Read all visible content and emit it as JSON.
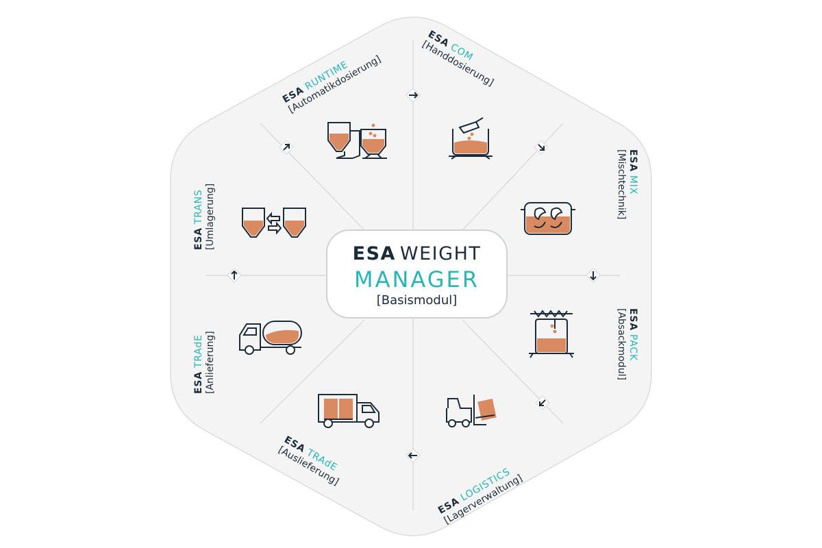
{
  "center": {
    "brand": "ESA",
    "title_rest": "WEIGHT",
    "title_line2": "MANAGER",
    "subtitle": "[Basismodul]"
  },
  "colors": {
    "accent": "#2ab4b4",
    "dark": "#1c2b3a",
    "orange": "#d98a61",
    "hexagon": "#f4f4f4"
  },
  "modules": [
    {
      "brand": "ESA",
      "name": "COM",
      "desc": "[Handdosierung]",
      "icon": "hand-dosing-icon"
    },
    {
      "brand": "ESA",
      "name": "MIX",
      "desc": "[Mischtechnik]",
      "icon": "mixer-icon"
    },
    {
      "brand": "ESA",
      "name": "PACK",
      "desc": "[Absackmodul]",
      "icon": "bagging-icon"
    },
    {
      "brand": "ESA",
      "name": "LOGISTICS",
      "desc": "[Lagerverwaltung]",
      "icon": "forklift-icon"
    },
    {
      "brand": "ESA",
      "name": "TRAdE",
      "desc": "[Auslieferung]",
      "icon": "delivery-truck-icon"
    },
    {
      "brand": "ESA",
      "name": "TRAdE",
      "desc": "[Anlieferung]",
      "icon": "tanker-truck-icon"
    },
    {
      "brand": "ESA",
      "name": "TRANS",
      "desc": "[Umlagerung]",
      "icon": "silo-transfer-icon"
    },
    {
      "brand": "ESA",
      "name": "RUNTIME",
      "desc": "[Automatikdosierung]",
      "icon": "automatic-dosing-icon"
    }
  ]
}
